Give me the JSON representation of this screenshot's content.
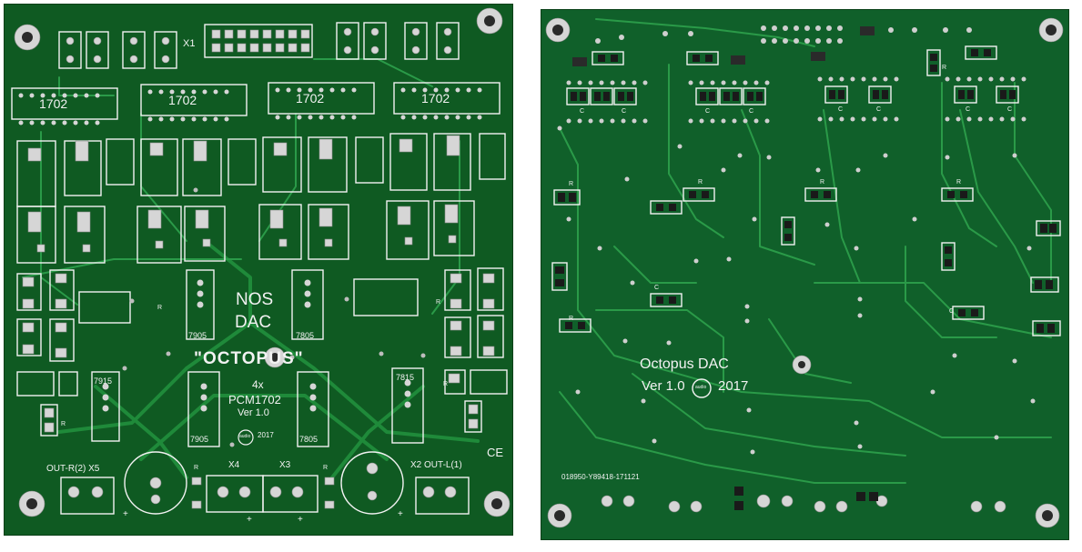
{
  "front": {
    "connectors": {
      "x1": "X1",
      "x2_out_l": "X2 OUT-L(1)",
      "x3": "X3",
      "x4": "X4",
      "x5_out_r": "OUT-R(2) X5"
    },
    "chips": [
      "1702",
      "1702",
      "1702",
      "1702"
    ],
    "regulators": [
      "7905",
      "7805",
      "7915",
      "7905",
      "7805",
      "7815"
    ],
    "title_line1": "NOS",
    "title_line2": "DAC",
    "brand": "\"OCTOPUS\"",
    "subtitle_1": "4x",
    "subtitle_2": "PCM1702",
    "version": "Ver 1.0",
    "year": "2017",
    "logo_text": "audio",
    "ce_mark": "CE",
    "resistor_mark": "R",
    "plus_mark": "+"
  },
  "back": {
    "title": "Octopus DAC",
    "version": "Ver 1.0",
    "year": "2017",
    "logo_text": "audio",
    "serial": "018950-Y89418-171121",
    "cap_mark": "C",
    "resistor_mark": "R"
  },
  "colors": {
    "soldermask": "#0f5a22",
    "trace": "#1f8a3a",
    "silkscreen": "#f2f2f2",
    "pad": "#d6d6d6"
  }
}
